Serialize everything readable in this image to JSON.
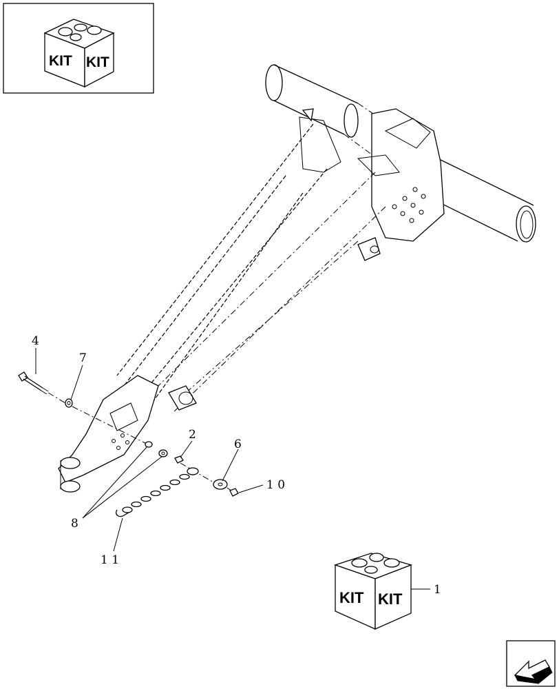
{
  "kit_label": "KIT",
  "callouts": [
    {
      "id": "c1",
      "text": "1"
    },
    {
      "id": "c2",
      "text": "2"
    },
    {
      "id": "c4",
      "text": "4"
    },
    {
      "id": "c6",
      "text": "6"
    },
    {
      "id": "c7",
      "text": "7"
    },
    {
      "id": "c8",
      "text": "8"
    },
    {
      "id": "c10",
      "text": "1 0"
    },
    {
      "id": "c11",
      "text": "1 1"
    }
  ],
  "nav_icon": "next-page-arrow-icon"
}
